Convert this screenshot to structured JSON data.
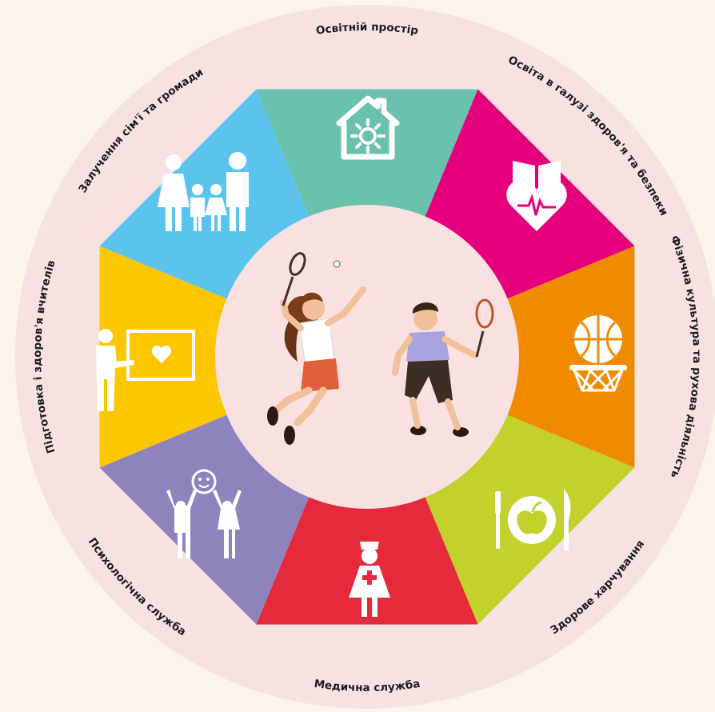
{
  "title": "",
  "colors": {
    "background": "#fbf6e9",
    "outer_ring": "#f7e2e1",
    "center": "#f8e1e0",
    "label_text": "#1d1d1d",
    "icon": "#ffffff"
  },
  "segments": [
    {
      "label": "Освітній простір",
      "color": "#69c1ae",
      "icon": "house-sun-icon"
    },
    {
      "label": "Освіта в галузі здоров'я та безпеки",
      "color": "#e4007c",
      "icon": "book-heart-icon"
    },
    {
      "label": "Фізична культура та рухова діяльність",
      "color": "#f08b00",
      "icon": "basketball-hoop-icon"
    },
    {
      "label": "Здорове харчування",
      "color": "#c2d12c",
      "icon": "plate-apple-icon"
    },
    {
      "label": "Медична служба",
      "color": "#e52a3b",
      "icon": "nurse-icon"
    },
    {
      "label": "Психологічна служба",
      "color": "#8f83be",
      "icon": "happy-children-icon"
    },
    {
      "label": "Підготовка і здоров'я вчителів",
      "color": "#fdc700",
      "icon": "teacher-board-icon"
    },
    {
      "label": "Залучення сім'ї та громади",
      "color": "#5bc4ee",
      "icon": "family-icon"
    }
  ],
  "center": {
    "illustration": "children-playing-badminton-illustration"
  }
}
